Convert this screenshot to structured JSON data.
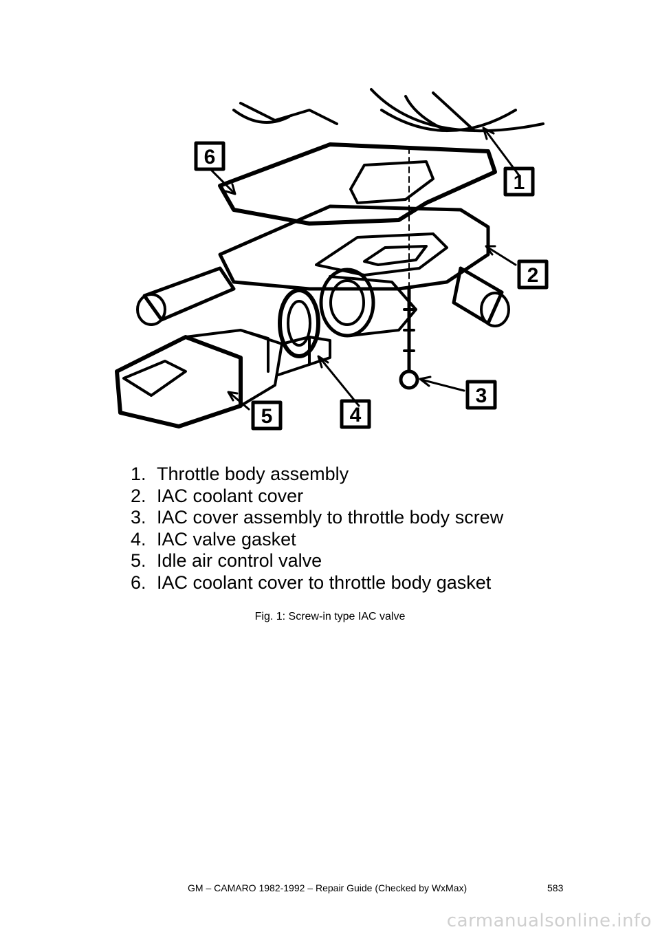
{
  "figure": {
    "callouts": [
      "1",
      "2",
      "3",
      "4",
      "5",
      "6"
    ]
  },
  "legend": [
    {
      "num": "1.",
      "text": "Throttle body assembly"
    },
    {
      "num": "2.",
      "text": "IAC coolant cover"
    },
    {
      "num": "3.",
      "text": "IAC cover assembly to throttle body screw"
    },
    {
      "num": "4.",
      "text": "IAC valve gasket"
    },
    {
      "num": "5.",
      "text": "Idle air control valve"
    },
    {
      "num": "6.",
      "text": "IAC coolant cover to throttle body gasket"
    }
  ],
  "caption": "Fig. 1: Screw-in type IAC valve",
  "footer": {
    "title": "GM – CAMARO 1982-1992 – Repair Guide (Checked by WxMax)",
    "page": "583"
  },
  "watermark": "carmanualsonline.info"
}
